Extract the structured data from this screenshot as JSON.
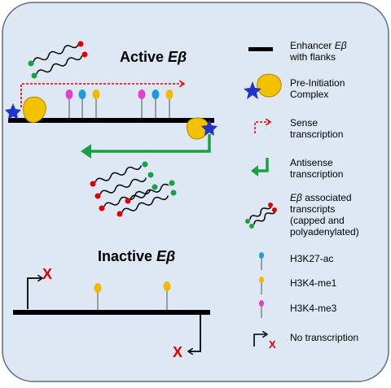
{
  "titles": {
    "active_prefix": "Active ",
    "active_suffix": "Eβ",
    "inactive_prefix": "Inactive ",
    "inactive_suffix": "Eβ"
  },
  "legend": {
    "enhancer_l1_prefix": "Enhancer ",
    "enhancer_l1_italic": "Eβ",
    "enhancer_l2": "with flanks",
    "pic_l1": "Pre-Initiation",
    "pic_l2": "Complex",
    "sense_l1": "Sense",
    "sense_l2": "transcription",
    "antisense_l1": "Antisense",
    "antisense_l2": "transcription",
    "assoc_l1_italic": "Eβ",
    "assoc_l1_rest": " associated",
    "assoc_l2": "transcripts",
    "assoc_l3": "(capped and",
    "assoc_l4": "polyadenylated)",
    "h3k27": "H3K27-ac",
    "h3k4me1": "H3K4-me1",
    "h3k4me3": "H3K4-me3",
    "no_tx": "No transcription"
  },
  "marks": {
    "x_mark": "X"
  },
  "colors": {
    "panel_bg": "#dde8f4",
    "panel_border": "#5a6b7d",
    "dna": "#000000",
    "sense_arrow": "#e00000",
    "antisense_arrow": "#1aa040",
    "pic_yellow": "#f2c200",
    "pic_blue": "#2233c8",
    "h3k27ac": "#1e9be0",
    "h3k4me1": "#f2b800",
    "h3k4me3": "#e040d0",
    "transcript_red": "#dd0000",
    "transcript_green": "#1aa040",
    "x_red": "#e00000"
  }
}
